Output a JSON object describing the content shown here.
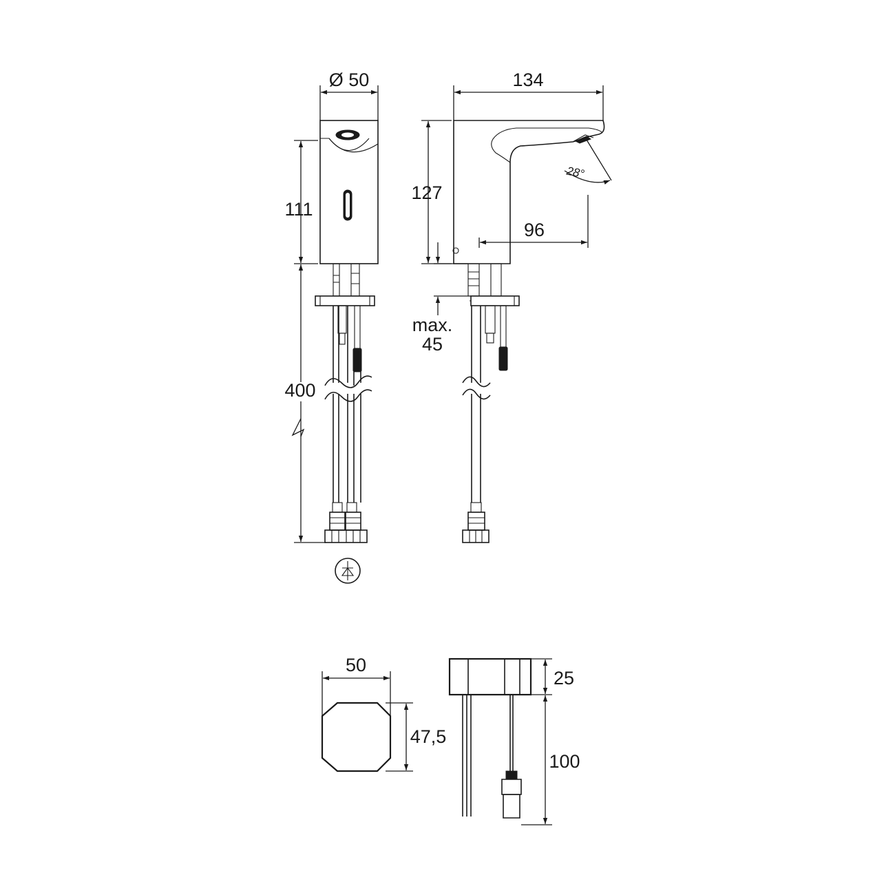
{
  "front_view": {
    "diameter_label": "Ø 50",
    "height_label": "111",
    "hose_length_label": "400"
  },
  "side_view": {
    "width_label": "134",
    "height_label": "127",
    "reach_label": "96",
    "angle_label": "28°",
    "max_thickness_label_1": "max.",
    "max_thickness_label_2": "45"
  },
  "box_top_view": {
    "width_label": "50",
    "depth_label": "47,5"
  },
  "box_side_view": {
    "height_label": "25",
    "cable_length_label": "100"
  },
  "icons": {
    "valve_symbol": "check-valve-icon"
  }
}
